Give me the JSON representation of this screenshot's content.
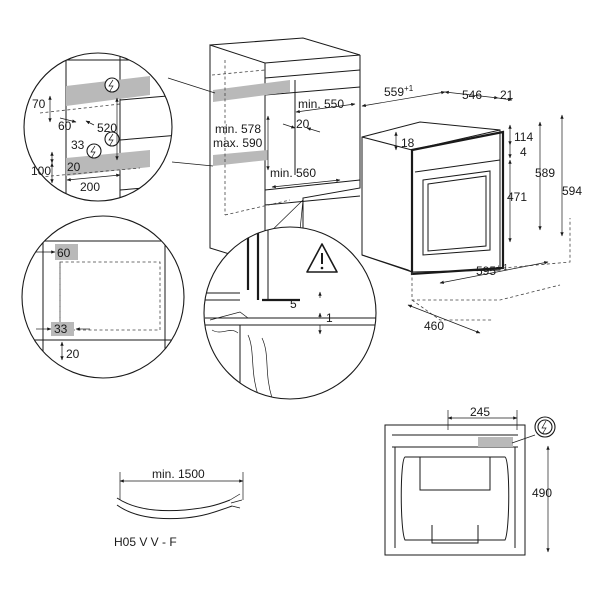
{
  "colors": {
    "line": "#1a1a1a",
    "highlight": "#b9b9b9",
    "background": "#ffffff"
  },
  "icons": {
    "power": "electric-power-icon",
    "warning": "warning-triangle-icon"
  },
  "cabinet": {
    "opening_width": "min. 550",
    "opening_depth": "min. 560",
    "opening_height_min": "min. 578",
    "opening_height_max": "max. 590",
    "inner_offset": "20"
  },
  "detail_top_left": {
    "d70": "70",
    "d60": "60",
    "d520": "520",
    "d33": "33",
    "d100": "100",
    "d200": "200",
    "d20": "20"
  },
  "detail_bottom_left": {
    "d60": "60",
    "d33": "33",
    "d20": "20"
  },
  "detail_mount": {
    "d5": "5",
    "d1": "1"
  },
  "oven": {
    "depth_total": "559",
    "depth_total_sup": "+1",
    "depth_body": "546",
    "depth_front": "21",
    "d18": "18",
    "d114": "114",
    "d4": "4",
    "height_body": "471",
    "height_589": "589",
    "height_594": "594",
    "width_body": "595",
    "width_sup": "+-1",
    "width_460": "460"
  },
  "rear": {
    "d245": "245",
    "d490": "490"
  },
  "cable": {
    "length": "min. 1500",
    "type": "H05 V V - F"
  }
}
